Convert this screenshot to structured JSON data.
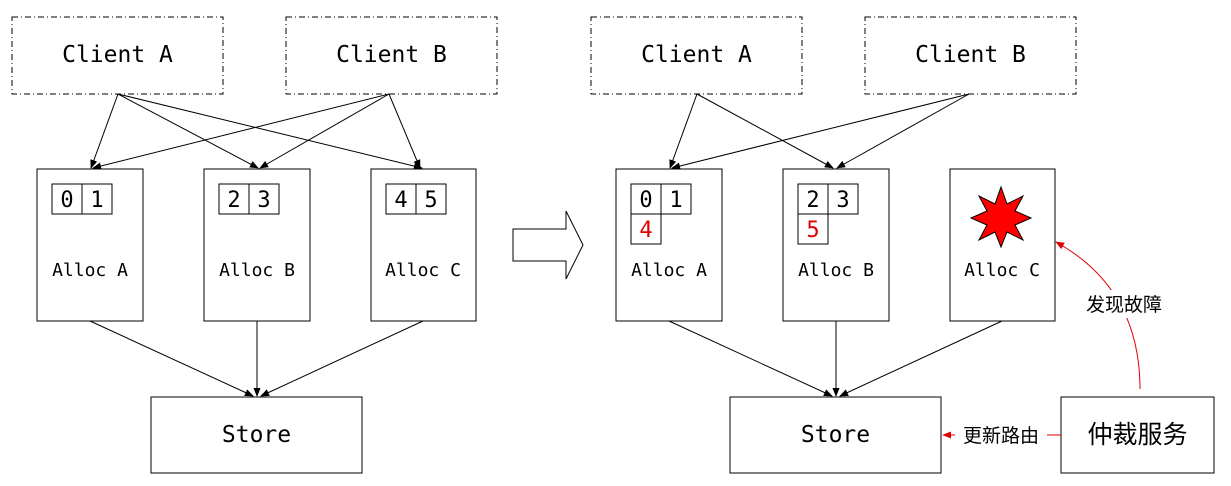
{
  "before": {
    "clients": [
      "Client A",
      "Client B"
    ],
    "allocs": [
      {
        "label": "Alloc A",
        "slots": [
          "0",
          "1"
        ]
      },
      {
        "label": "Alloc B",
        "slots": [
          "2",
          "3"
        ]
      },
      {
        "label": "Alloc C",
        "slots": [
          "4",
          "5"
        ]
      }
    ],
    "store": "Store"
  },
  "after": {
    "clients": [
      "Client A",
      "Client B"
    ],
    "allocs": [
      {
        "label": "Alloc A",
        "slots": [
          "0",
          "1"
        ],
        "extra_slot": "4"
      },
      {
        "label": "Alloc B",
        "slots": [
          "2",
          "3"
        ],
        "extra_slot": "5"
      },
      {
        "label": "Alloc C",
        "failed_icon": "explosion-star-icon"
      }
    ],
    "store": "Store",
    "arbiter": "仲裁服务",
    "detect_label": "发现故障",
    "reroute_label": "更新路由"
  },
  "colors": {
    "line": "#000000",
    "highlight": "#e00000",
    "failure": "#ff0000"
  }
}
